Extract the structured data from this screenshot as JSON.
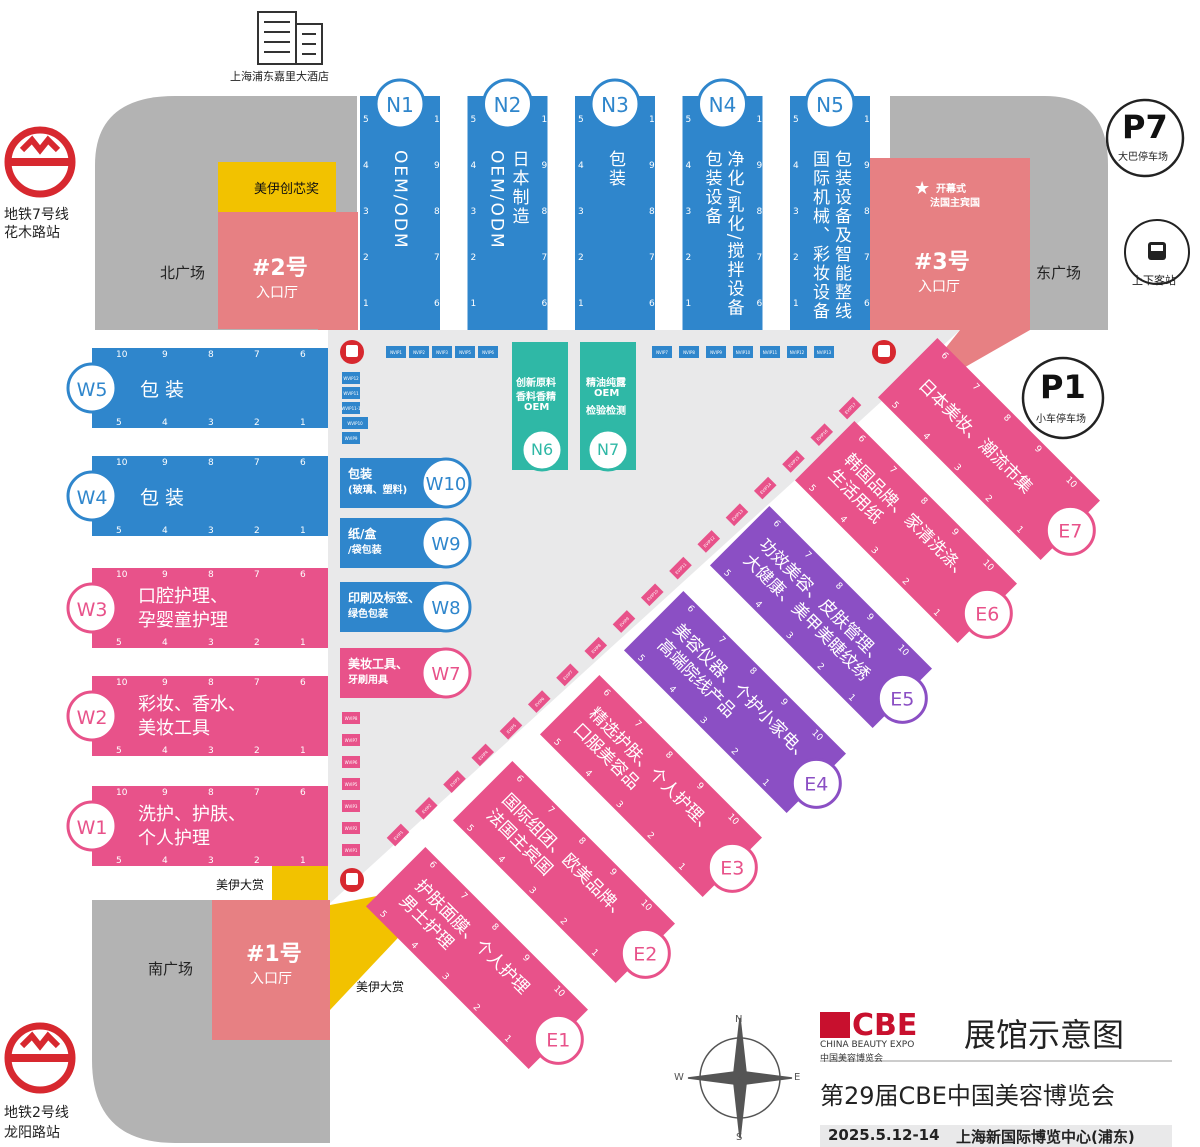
{
  "legend": {
    "title": "展馆示意图",
    "event_name": "第29届CBE中国美容博览会",
    "dates": "2025.5.12-14",
    "venue": "上海新国际博览中心(浦东)",
    "logo_text": "CBE",
    "logo_sub_en": "CHINA BEAUTY EXPO",
    "logo_sub_cn": "中国美容博览会",
    "compass": {
      "n": "N",
      "e": "E",
      "s": "S",
      "w": "W"
    }
  },
  "transport": {
    "metro7_line": "地铁7号线",
    "metro7_station": "花木路站",
    "metro2_line": "地铁2号线",
    "metro2_station": "龙阳路站",
    "p7_label": "P7",
    "p7_sub": "大巴停车场",
    "p1_label": "P1",
    "p1_sub": "小车停车场",
    "bus_stop": "上下客站",
    "hotel": "上海浦东嘉里大酒店"
  },
  "plazas": {
    "north": "北广场",
    "east": "东广场",
    "south": "南广场"
  },
  "entrances": {
    "e1_title": "#1号",
    "e1_sub": "入口厅",
    "e2_title": "#2号",
    "e2_sub": "入口厅",
    "e3_title": "#3号",
    "e3_sub": "入口厅",
    "e3_note1": "开幕式",
    "e3_note2": "法国主宾国"
  },
  "awards": {
    "innovation": "美伊创芯奖",
    "grand_prize_w": "美伊大赏",
    "grand_prize_s": "美伊大赏"
  },
  "halls": {
    "N1": {
      "code": "N1",
      "lines": [
        "OEM/ODM"
      ]
    },
    "N2": {
      "code": "N2",
      "lines": [
        "OEM/ODM",
        "日本制造"
      ]
    },
    "N3": {
      "code": "N3",
      "lines": [
        "包装"
      ]
    },
    "N4": {
      "code": "N4",
      "lines": [
        "包装设备",
        "净化/乳化/搅拌设备"
      ]
    },
    "N5": {
      "code": "N5",
      "lines": [
        "国际机械、彩妆设备",
        "包装设备及智能整线"
      ]
    },
    "N6": {
      "code": "N6",
      "lines": [
        "创新原料",
        "香料香精",
        "OEM"
      ]
    },
    "N7": {
      "code": "N7",
      "lines": [
        "精油纯露",
        "OEM",
        "检验检测"
      ]
    },
    "W1": {
      "code": "W1",
      "lines": [
        "洗护、护肤、",
        "个人护理"
      ]
    },
    "W2": {
      "code": "W2",
      "lines": [
        "彩妆、香水、",
        "美妆工具"
      ]
    },
    "W3": {
      "code": "W3",
      "lines": [
        "口腔护理、",
        "孕婴童护理"
      ]
    },
    "W4": {
      "code": "W4",
      "lines": [
        "包 装"
      ]
    },
    "W5": {
      "code": "W5",
      "lines": [
        "包 装"
      ]
    },
    "W7": {
      "code": "W7",
      "lines": [
        "美妆工具、",
        "牙刷用具"
      ]
    },
    "W8": {
      "code": "W8",
      "lines": [
        "印刷及标签、",
        "绿色包装"
      ]
    },
    "W9": {
      "code": "W9",
      "lines": [
        "纸/盒",
        "/袋包装"
      ]
    },
    "W10": {
      "code": "W10",
      "lines": [
        "包装",
        "(玻璃、塑料)"
      ]
    },
    "E1": {
      "code": "E1",
      "lines": [
        "护肤面膜、个人护理",
        "男士护理"
      ]
    },
    "E2": {
      "code": "E2",
      "lines": [
        "国际组团、欧美品牌、",
        "法国主宾国"
      ]
    },
    "E3": {
      "code": "E3",
      "lines": [
        "精选护肤、个人护理、",
        "口服美容品"
      ]
    },
    "E4": {
      "code": "E4",
      "lines": [
        "美容仪器、个护小家电、",
        "高端院线产品"
      ]
    },
    "E5": {
      "code": "E5",
      "lines": [
        "功效美容、皮肤管理、",
        "大健康、美甲美睫纹绣"
      ]
    },
    "E6": {
      "code": "E6",
      "lines": [
        "韩国品牌、家清洗涤、",
        "生活用纸"
      ]
    },
    "E7": {
      "code": "E7",
      "lines": [
        "日本美妆、潮流市集"
      ]
    }
  },
  "vip_rooms": {
    "north": [
      "NVIP1",
      "NVIP2",
      "NVIP3",
      "NVIP5",
      "NVIP6",
      "NVIP7",
      "NVIP8",
      "NVIP9",
      "NVIP10",
      "NVIP11",
      "NVIP12",
      "NVIP13"
    ],
    "west": [
      "WVIP12",
      "WVIP11",
      "WVIP11-1",
      "WVIP10",
      "WVIP9",
      "WVIP8",
      "WVIP7",
      "WVIP6",
      "WVIP5",
      "WVIP3",
      "WVIP2",
      "WVIP1"
    ],
    "east": [
      "EVIP1",
      "EVIP2",
      "EVIP3",
      "EVIP4",
      "EVIP5",
      "EVIP6",
      "EVIP7",
      "EVIP8",
      "EVIP9",
      "EVIP10",
      "EVIP11",
      "EVIP12",
      "EVIP13",
      "EVIP14",
      "EVIP15",
      "EVIP16",
      "EVIP17"
    ]
  },
  "colors": {
    "blue": "#2f86cc",
    "pink": "#e8528a",
    "purple": "#8b4fc4",
    "teal": "#2fb8a6",
    "salmon": "#e78083",
    "gray": "#b3b3b3",
    "light_gray": "#e9e9ea",
    "yellow": "#f2c200",
    "metro_red": "#d7282f"
  }
}
